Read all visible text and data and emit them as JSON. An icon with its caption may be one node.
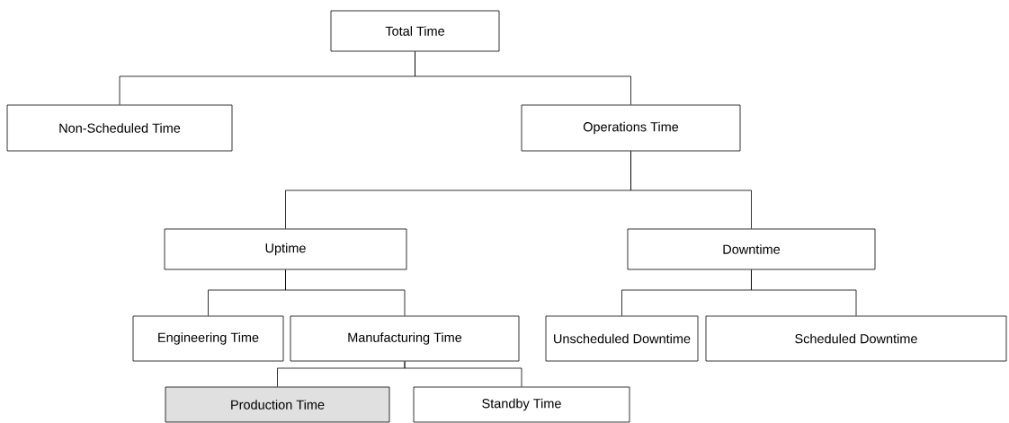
{
  "diagram": {
    "nodes": [
      {
        "text": [
          "Total Time"
        ]
      },
      {
        "text": [
          "Non-Scheduled Time"
        ]
      },
      {
        "text": [
          "Operations Time"
        ]
      },
      {
        "text": [
          "Uptime"
        ]
      },
      {
        "text": [
          "Downtime"
        ]
      },
      {
        "text": [
          "Engineering Time"
        ]
      },
      {
        "text": [
          "Manufacturing Time"
        ]
      },
      {
        "text": [
          "Unscheduled Downtime"
        ]
      },
      {
        "text": [
          "Scheduled Downtime"
        ]
      },
      {
        "text": [
          "Production Time"
        ]
      },
      {
        "text": [
          "Standby Time"
        ]
      }
    ],
    "edges": [
      {
        "from": 0,
        "to": 1,
        "arrow": "none"
      },
      {
        "from": 0,
        "to": 2,
        "arrow": "none"
      },
      {
        "from": 2,
        "to": 3,
        "arrow": "none"
      },
      {
        "from": 2,
        "to": 4,
        "arrow": "none"
      },
      {
        "from": 3,
        "to": 5,
        "arrow": "none"
      },
      {
        "from": 3,
        "to": 6,
        "arrow": "none"
      },
      {
        "from": 4,
        "to": 7,
        "arrow": "none"
      },
      {
        "from": 4,
        "to": 8,
        "arrow": "none"
      },
      {
        "from": 6,
        "to": 9,
        "arrow": "none"
      },
      {
        "from": 6,
        "to": 10,
        "arrow": "none"
      }
    ]
  }
}
